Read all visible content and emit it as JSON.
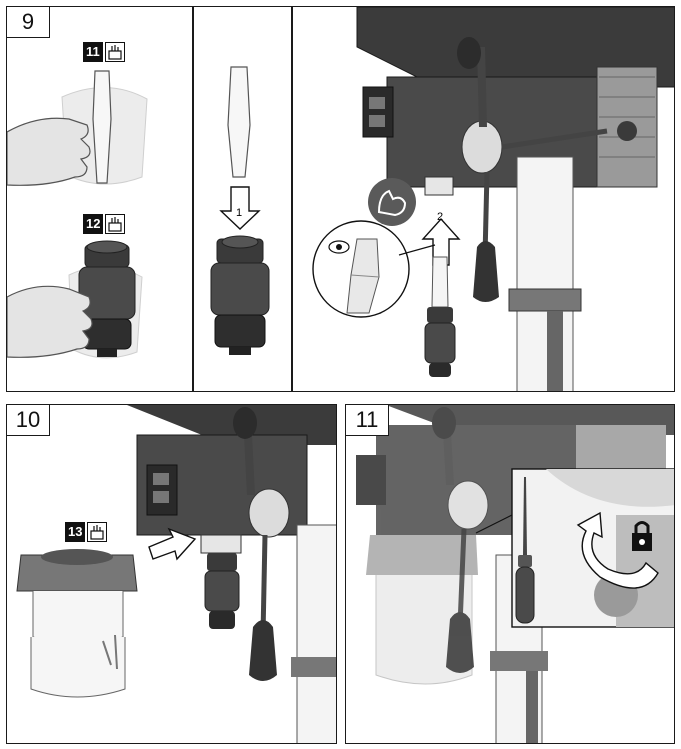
{
  "steps": {
    "step9": {
      "number": "9"
    },
    "step10": {
      "number": "10"
    },
    "step11": {
      "number": "11"
    }
  },
  "part_labels": {
    "p11": "11",
    "p12": "12",
    "p13": "13"
  },
  "arrows": {
    "arrow1": "1",
    "arrow2": "2"
  },
  "icons": {
    "eye": "eye-icon",
    "strength": "arm-strength-icon",
    "lock": "lock-icon",
    "box": "parts-box-icon"
  },
  "colors": {
    "dark_metal": "#3a3a3a",
    "mid_gray": "#8a8a8a",
    "light_gray": "#d8d8d8",
    "skin": "#e6e6e6"
  }
}
